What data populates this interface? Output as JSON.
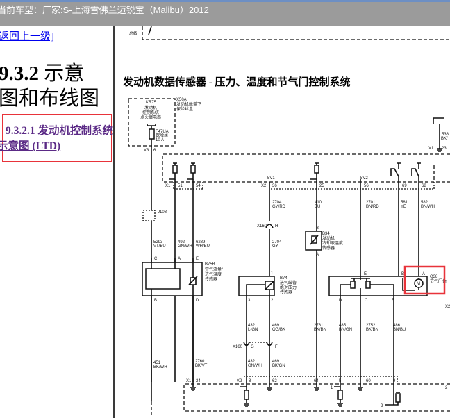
{
  "titlebar": {
    "text": "当前车型：厂家:S-上海雪佛兰迈锐宝（Malibu）2012"
  },
  "left": {
    "back_link": "返回上一级]",
    "heading_num": "9.3.2",
    "heading_line1": "示意",
    "heading_line2": "图和布线图",
    "sub_link": "9.3.2.1 发动机控制系统示意图 (LTD)"
  },
  "diagram": {
    "title": "发动机数据传感器 - 压力、温度和节气门控制系统",
    "top_fragment": "总线",
    "labels": [
      "KR75",
      "发动机",
      "控制系统",
      "点火继电器",
      "X50A",
      "发动机舱盖下",
      "保险丝盒",
      "F47UA",
      "保险丝",
      "10 A",
      "X3",
      "6",
      "X1",
      "51",
      "54",
      "X2",
      "36",
      "25",
      "56",
      "69",
      "68",
      "5V1",
      "5V2",
      "2704",
      "GY/RD",
      "410",
      "BU",
      "2701",
      "BN/RD",
      "581",
      "YE",
      "582",
      "BN/WH",
      "538",
      "BK/",
      "X1",
      "23",
      "J108",
      "5293",
      "VT/BU",
      "492",
      "GN/WH",
      "6289",
      "WH/BU",
      "X160",
      "H",
      "2704",
      "GY",
      "C",
      "A",
      "E",
      "B",
      "D",
      "B75B",
      "空气流量/",
      "进气温度",
      "传感器",
      "1",
      "3",
      "2",
      "B74",
      "进气歧管",
      "绝对压力",
      "传感器",
      "B",
      "A",
      "B34",
      "发动机",
      "冷却液温度",
      "传感器",
      "E",
      "B",
      "A",
      "D",
      "C",
      "F",
      "Q38",
      "节气门体",
      "X2",
      "432",
      "L-GN",
      "469",
      "OG/BK",
      "2761",
      "BK/BN",
      "485",
      "BN/GN",
      "2752",
      "BK/BN",
      "486",
      "BN/BU",
      "X160",
      "G",
      "F",
      "432",
      "GN/WH",
      "469",
      "BK/GN",
      "451",
      "BK/WH",
      "2760",
      "BK/VT",
      "X1",
      "24",
      "X2",
      "8",
      "62",
      "64",
      "5",
      "60",
      "9",
      "1",
      "2",
      "2"
    ]
  },
  "colors": {
    "titlebar": "#9b9b9b",
    "link": "#0000ee",
    "visited_link": "#5b2a86",
    "highlight": "#e8333a"
  }
}
